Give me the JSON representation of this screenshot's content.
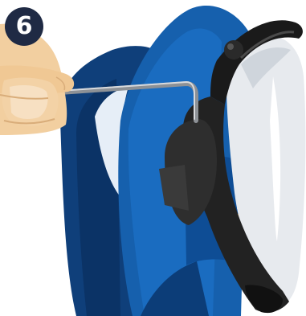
{
  "step": {
    "number": "6"
  },
  "colors": {
    "badge_bg": "#1f2a44",
    "shell_dark": "#0d3f78",
    "shell_mid": "#1660ad",
    "shell_light": "#2a7fd0",
    "visor_frame": "#1a1a1a",
    "visor_lens": "#e7eaee",
    "skin": "#f2cfa0",
    "skin_shadow": "#d9ad7a",
    "tool": "#b9bcc0",
    "accent": "#e8a03a"
  },
  "parts": {
    "hand": "hand-icon",
    "tool": "hex-key-icon",
    "helmet": "helmet-shell",
    "visor": "face-visor"
  }
}
